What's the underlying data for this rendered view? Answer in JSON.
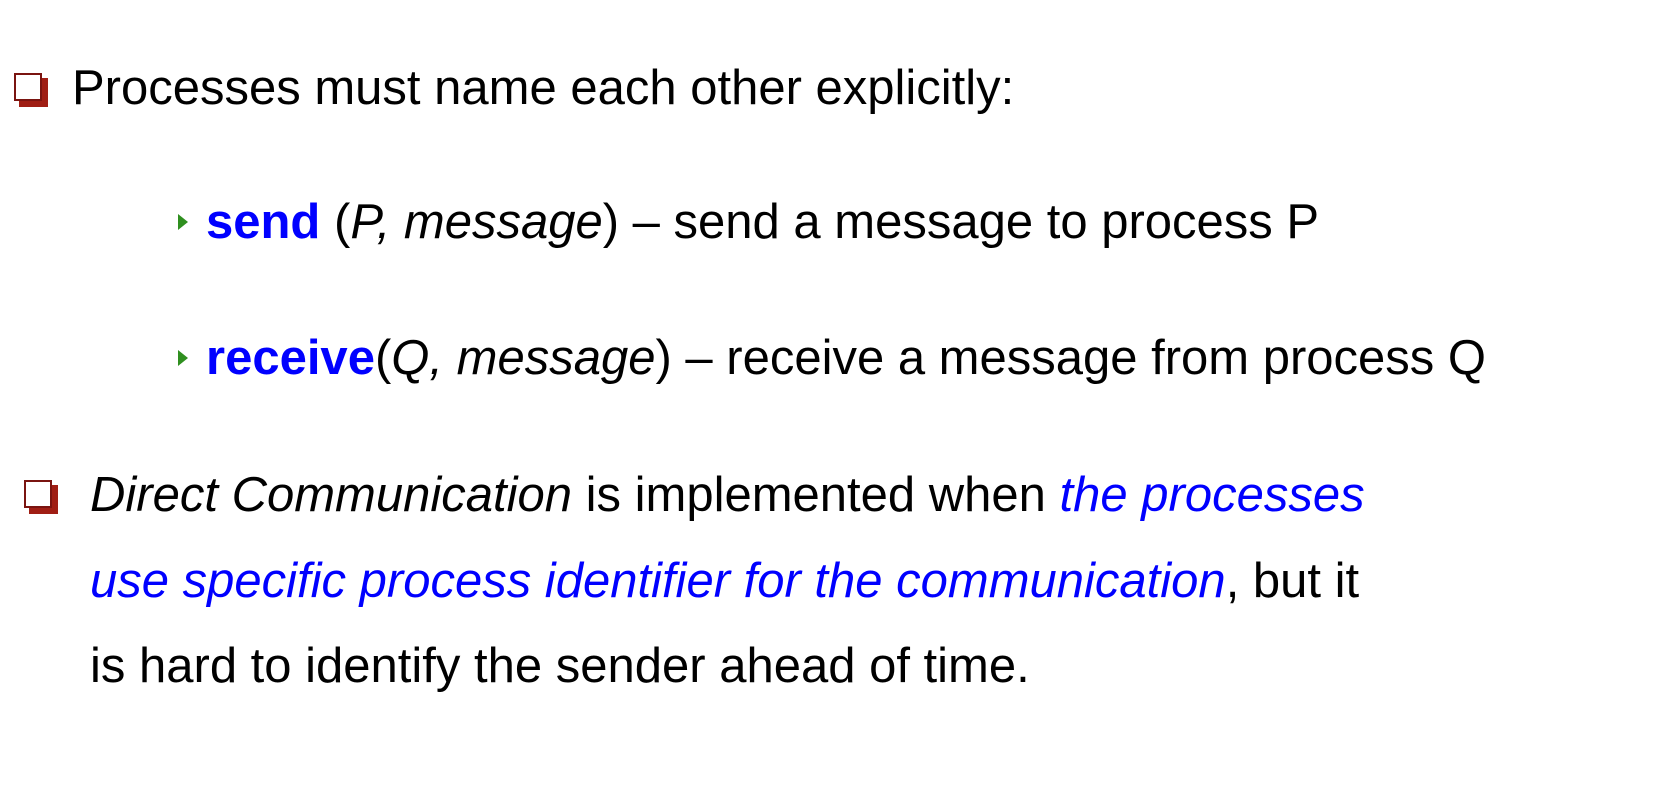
{
  "bullet1": {
    "text": "Processes must name each other explicitly:"
  },
  "sub1": {
    "keyword": "send",
    "space": " ",
    "open_paren": "(",
    "args": "P, message",
    "rest": ") – send a message to process P"
  },
  "sub2": {
    "keyword": "receive",
    "open_paren": "(",
    "args": "Q, message",
    "rest": ") – receive a message from process Q"
  },
  "bullet2": {
    "term": "Direct Communication",
    "mid": " is implemented when ",
    "highlight_a": "the processes",
    "highlight_b": "use specific process identifier for the communication",
    "after_highlight": ", but it",
    "line3": "is hard to identify the sender ahead of time."
  },
  "colors": {
    "keyword": "#0000ff",
    "bullet_square": "#a01e14",
    "arrow": "#2f8f1f"
  }
}
